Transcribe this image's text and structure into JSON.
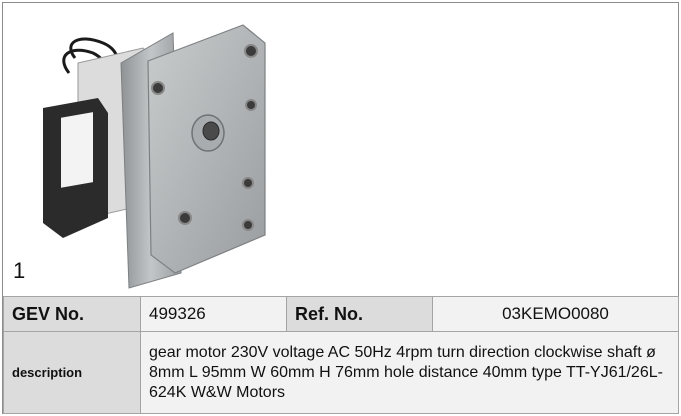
{
  "image_number": "1",
  "product_image": {
    "alt": "gear motor",
    "colors": {
      "housing": "#a8abad",
      "coil": "#2b2b2b",
      "frame": "#dcdcdc",
      "wires": "#1a1a1a"
    }
  },
  "spec_table": {
    "gev_label": "GEV No.",
    "gev_value": "499326",
    "ref_label": "Ref. No.",
    "ref_value": "03KEMO0080",
    "description_label": "description",
    "description_text": "gear motor  230V voltage AC 50Hz 4rpm turn direction clockwise shaft ø 8mm L 95mm W 60mm H 76mm hole distance 40mm type TT-YJ61/26L-624K W&W Motors"
  }
}
